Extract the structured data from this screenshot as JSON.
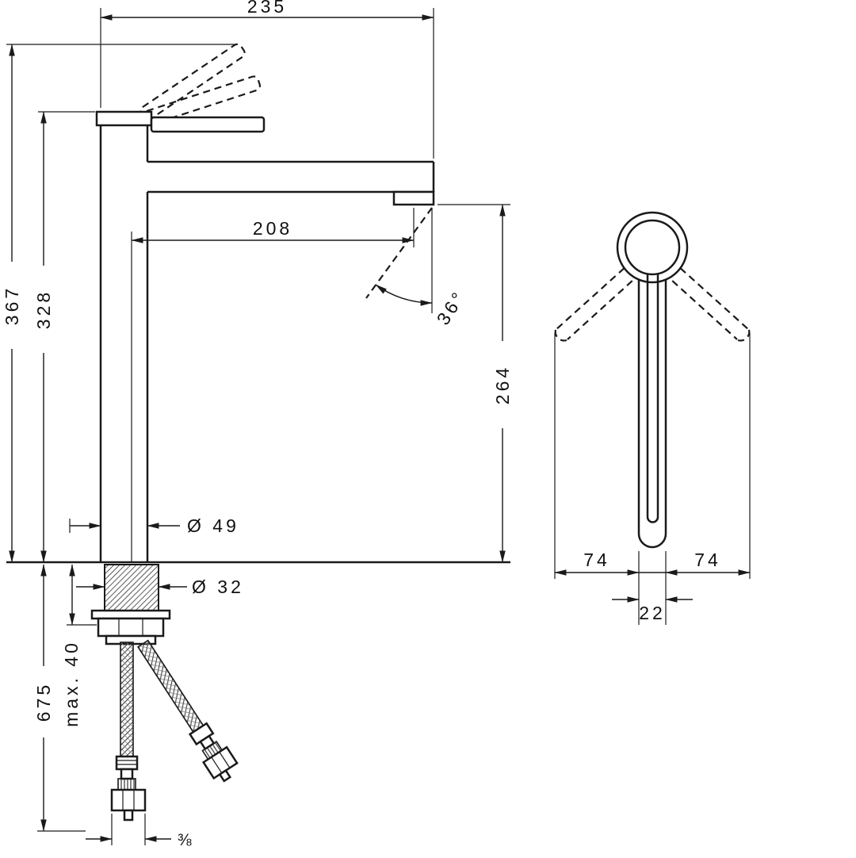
{
  "page": {
    "background": "#ffffff",
    "line_color": "#1a1a1a"
  },
  "drawing": {
    "type": "technical-dimension-drawing",
    "dims": {
      "top_width": "235",
      "total_height": "367",
      "body_height": "328",
      "spout_reach": "208",
      "spray_angle": "36°",
      "outlet_height": "264",
      "body_diameter": "Ø 49",
      "shank_diameter": "Ø 32",
      "max_counter_thickness": "max. 40",
      "hose_length": "675",
      "connection_size": "⅜",
      "handle_left_offset": "74",
      "handle_right_offset": "74",
      "handle_width": "22"
    }
  }
}
